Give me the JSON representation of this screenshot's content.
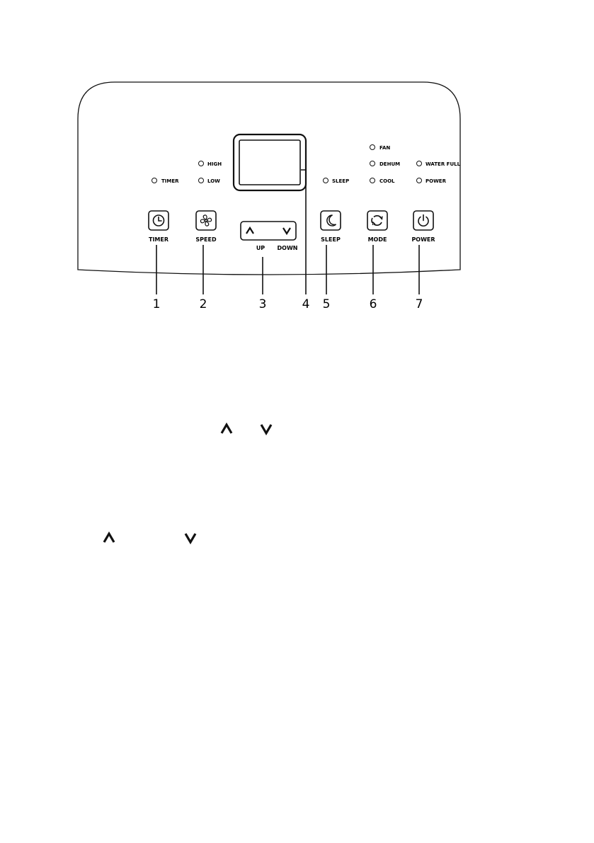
{
  "indicators": {
    "timer": "TIMER",
    "high": "HIGH",
    "low": "LOW",
    "sleep": "SLEEP",
    "fan": "FAN",
    "dehum": "DEHUM",
    "cool": "COOL",
    "water_full": "WATER FULL",
    "power": "POWER"
  },
  "buttons": {
    "timer": "TIMER",
    "speed": "SPEED",
    "up": "UP",
    "down": "DOWN",
    "sleep": "SLEEP",
    "mode": "MODE",
    "power": "POWER"
  },
  "callouts": [
    "1",
    "2",
    "3",
    "4",
    "5",
    "6",
    "7"
  ]
}
